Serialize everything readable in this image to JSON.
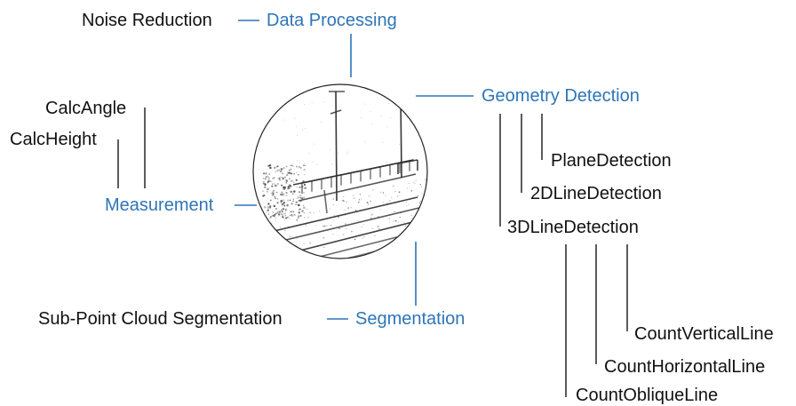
{
  "colors": {
    "category_text": "#2e75b6",
    "category_line": "#2e75b6",
    "leaf_text": "#111111",
    "leaf_line": "#333333",
    "scene_line": "#2b2b2b"
  },
  "center_image": {
    "name": "point-cloud-railway-scene"
  },
  "data_processing": {
    "label": "Data Processing",
    "children": [
      "Noise Reduction"
    ]
  },
  "geometry_detection": {
    "label": "Geometry Detection",
    "children": [
      "PlaneDetection",
      "2DLineDetection",
      "3DLineDetection"
    ],
    "line_detection_children": [
      "CountVerticalLine",
      "CountHorizontalLine",
      "CountObliqueLine"
    ]
  },
  "measurement": {
    "label": "Measurement",
    "children": [
      "CalcAngle",
      "CalcHeight"
    ]
  },
  "segmentation": {
    "label": "Segmentation",
    "children": [
      "Sub-Point Cloud Segmentation"
    ]
  }
}
